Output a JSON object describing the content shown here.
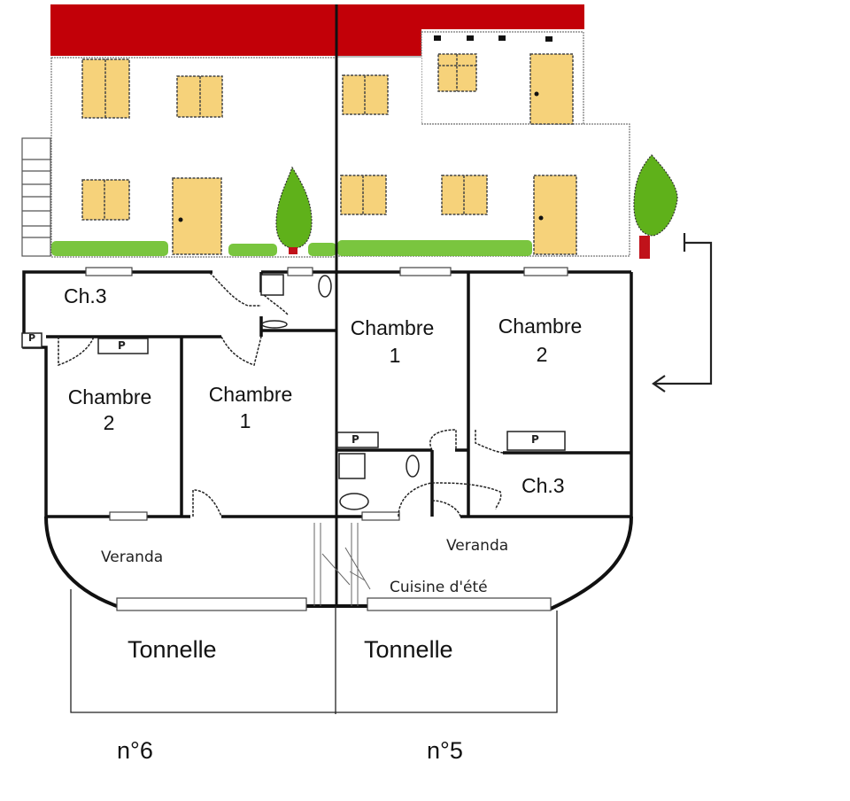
{
  "diagram": {
    "type": "house floor plan with facade elevation",
    "colors": {
      "roof": "#c20008",
      "window": "#f6d27a",
      "tree": "#5fb11a",
      "trunk": "#c0121a",
      "grass": "#6bbf2a",
      "wall": "#111111"
    }
  },
  "unit_left": {
    "number": "n°6",
    "rooms": {
      "ch3": "Ch.3",
      "chambre2_line1": "Chambre",
      "chambre2_line2": "2",
      "chambre1_line1": "Chambre",
      "chambre1_line2": "1",
      "veranda": "Veranda",
      "tonnelle": "Tonnelle"
    },
    "closet_labels": [
      "P",
      "P"
    ]
  },
  "unit_right": {
    "number": "n°5",
    "rooms": {
      "chambre1_line1": "Chambre",
      "chambre1_line2": "1",
      "chambre2_line1": "Chambre",
      "chambre2_line2": "2",
      "ch3": "Ch.3",
      "veranda": "Veranda",
      "cuisine": "Cuisine d'été",
      "tonnelle": "Tonnelle"
    },
    "closet_labels": [
      "P",
      "P"
    ]
  }
}
